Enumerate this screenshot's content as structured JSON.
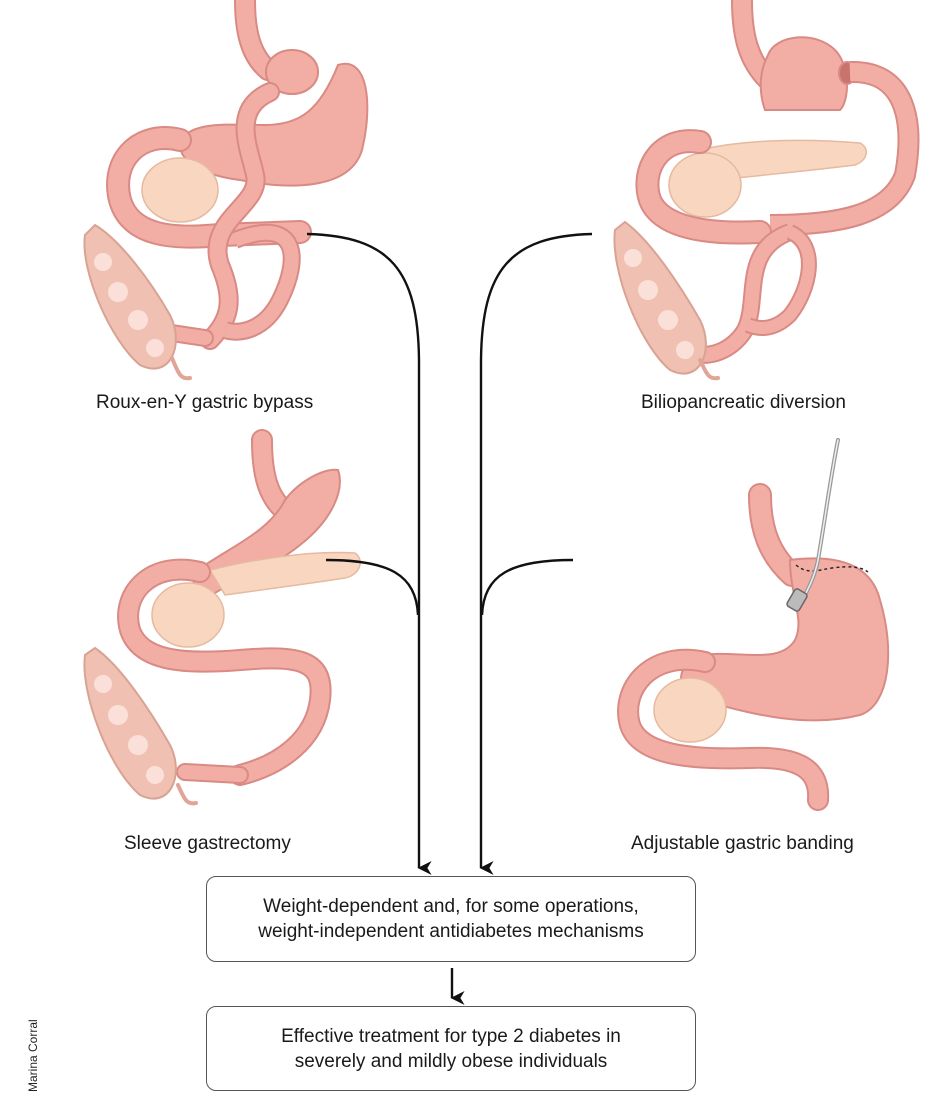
{
  "figure": {
    "procedures": [
      {
        "id": "roux-en-y",
        "label": "Roux-en-Y gastric bypass",
        "position": "top-left"
      },
      {
        "id": "biliopancreatic",
        "label": "Biliopancreatic diversion",
        "position": "top-right"
      },
      {
        "id": "sleeve",
        "label": "Sleeve gastrectomy",
        "position": "bottom-left"
      },
      {
        "id": "banding",
        "label": "Adjustable gastric banding",
        "position": "bottom-right"
      }
    ],
    "mechanism_box": {
      "line1": "Weight-dependent and, for some operations,",
      "line2": "weight-independent antidiabetes mechanisms"
    },
    "outcome_box": {
      "line1": "Effective treatment for type 2 diabetes in",
      "line2": "severely and mildly obese individuals"
    },
    "credit": "Marina Corral",
    "colors": {
      "tissue": "#f2aea5",
      "tissue_outline": "#d98a84",
      "pancreas": "#f8d6c0",
      "colon": "#f0c0b2",
      "arrow": "#111111",
      "box_border": "#555555"
    }
  }
}
